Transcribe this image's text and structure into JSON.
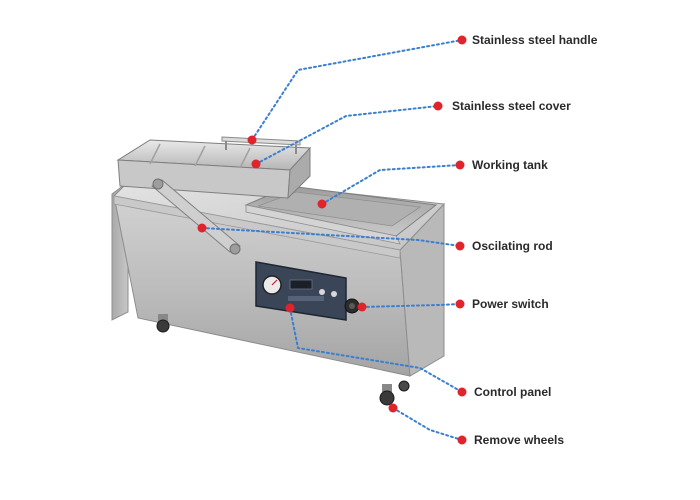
{
  "colors": {
    "leader_line": "#3a7fd0",
    "marker_dot": "#e0242c",
    "label_text": "#2a2a2a",
    "steel_light": "#d9d9d9",
    "steel_mid": "#b3b3b3",
    "steel_dark": "#8a8a8a",
    "panel_face": "#2e3b4e"
  },
  "callouts": [
    {
      "id": "handle",
      "label": "Stainless steel handle",
      "icon": "red-marker-dot"
    },
    {
      "id": "cover",
      "label": "Stainless steel cover",
      "icon": "red-marker-dot"
    },
    {
      "id": "tank",
      "label": "Working tank",
      "icon": "red-marker-dot"
    },
    {
      "id": "rod",
      "label": "Oscilating rod",
      "icon": "red-marker-dot"
    },
    {
      "id": "switch",
      "label": "Power switch",
      "icon": "red-marker-dot"
    },
    {
      "id": "panel",
      "label": "Control panel",
      "icon": "red-marker-dot"
    },
    {
      "id": "wheels",
      "label": "Remove wheels",
      "icon": "red-marker-dot"
    }
  ]
}
